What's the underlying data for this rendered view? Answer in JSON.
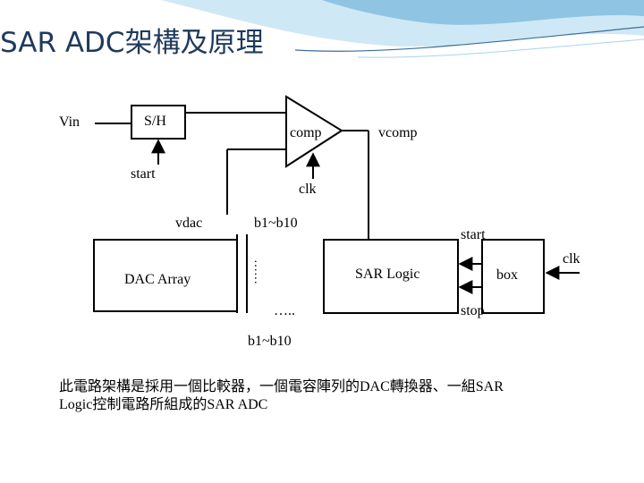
{
  "slide": {
    "title": "SAR ADC架構及原理",
    "colors": {
      "title": "#1e3a5c",
      "wave_light": "#cfe8f5",
      "wave_dark": "#8fc4e3",
      "rule": "#3b6e9a"
    }
  },
  "diagram": {
    "vin": "Vin",
    "sh": "S/H",
    "comp": "comp",
    "vcomp": "vcomp",
    "start_top": "start",
    "clk_comp": "clk",
    "vdac": "vdac",
    "bus_top": "b1~b10",
    "start_right": "start",
    "dac_array": "DAC Array",
    "dots_vertical": "……",
    "sar_logic": "SAR Logic",
    "box": "box",
    "clk_box": "clk",
    "stop": "stop",
    "dots_bottom": "…..",
    "bus_bottom": "b1~b10"
  },
  "caption": {
    "line1": "此電路架構是採用一個比較器，一個電容陣列的DAC轉換器、一組SAR",
    "line2": "Logic控制電路所組成的SAR ADC"
  }
}
